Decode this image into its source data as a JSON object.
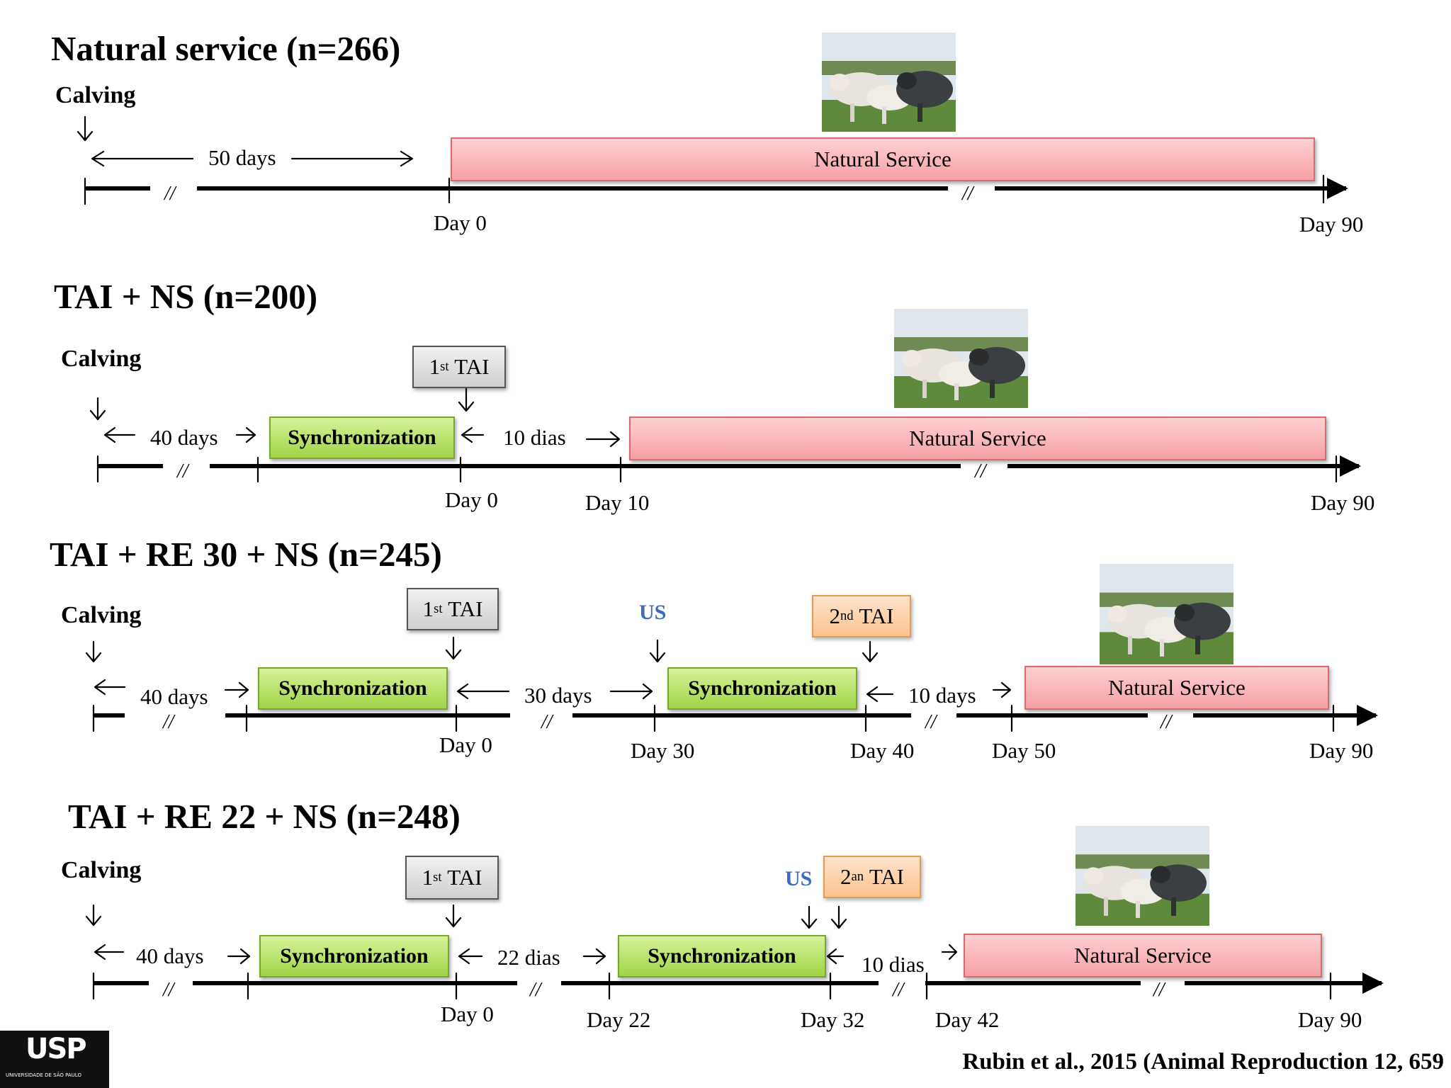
{
  "panels": [
    {
      "title": "Natural service (n=266)",
      "calving": "Calving",
      "intervals": [
        "50 days"
      ],
      "boxes": {
        "natural_service": "Natural Service"
      },
      "days": [
        "Day 0",
        "Day 90"
      ]
    },
    {
      "title": "TAI + NS (n=200)",
      "calving": "Calving",
      "intervals": [
        "40 days",
        "10 dias"
      ],
      "boxes": {
        "synchronization": "Synchronization",
        "tai1": "TAI",
        "tai1_sup": "st",
        "tai1_num": "1",
        "natural_service": "Natural Service"
      },
      "days": [
        "Day 0",
        "Day 10",
        "Day 90"
      ]
    },
    {
      "title": "TAI + RE 30 + NS (n=245)",
      "calving": "Calving",
      "intervals": [
        "40 days",
        "30 days",
        "10 days"
      ],
      "boxes": {
        "synchronization": "Synchronization",
        "tai1": "TAI",
        "tai1_sup": "st",
        "tai1_num": "1",
        "us": "US",
        "tai2": "TAI",
        "tai2_sup": "nd",
        "tai2_num": "2",
        "natural_service": "Natural Service"
      },
      "days": [
        "Day 0",
        "Day 30",
        "Day 40",
        "Day 50",
        "Day 90"
      ]
    },
    {
      "title": "TAI + RE 22 + NS (n=248)",
      "calving": "Calving",
      "intervals": [
        "40 days",
        "22 dias",
        "10 dias"
      ],
      "boxes": {
        "synchronization": "Synchronization",
        "tai1": "TAI",
        "tai1_sup": "st",
        "tai1_num": "1",
        "us": "US",
        "tai2": "TAI",
        "tai2_sup": "an",
        "tai2_num": "2",
        "natural_service": "Natural Service"
      },
      "days": [
        "Day 0",
        "Day 22",
        "Day 32",
        "Day 42",
        "Day 90"
      ]
    }
  ],
  "break_mark": "//",
  "citation": "Rubin et al., 2015 (Animal Reproduction 12, 659",
  "logo": "USP",
  "logo_subtitle": "UNIVERSIDADE DE SÃO PAULO"
}
